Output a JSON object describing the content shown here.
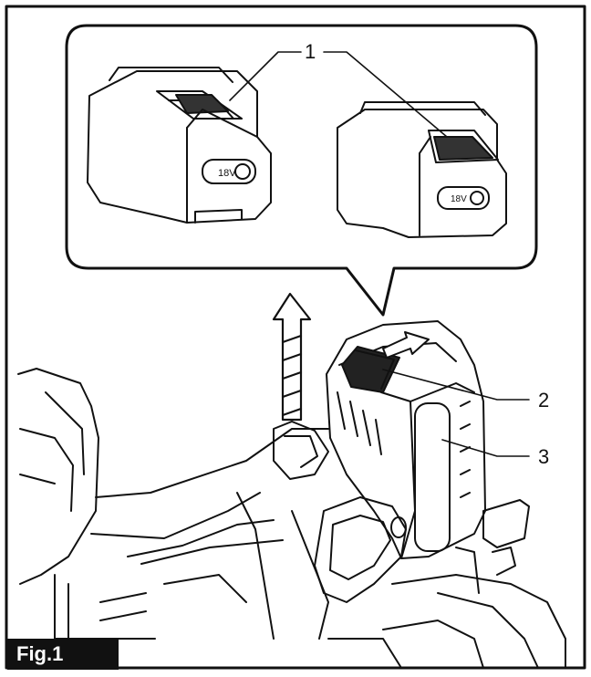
{
  "figure": {
    "caption": "Fig.1",
    "callouts": [
      {
        "number": "1"
      },
      {
        "number": "2"
      },
      {
        "number": "3"
      }
    ],
    "battery_badge_text": "18V"
  }
}
